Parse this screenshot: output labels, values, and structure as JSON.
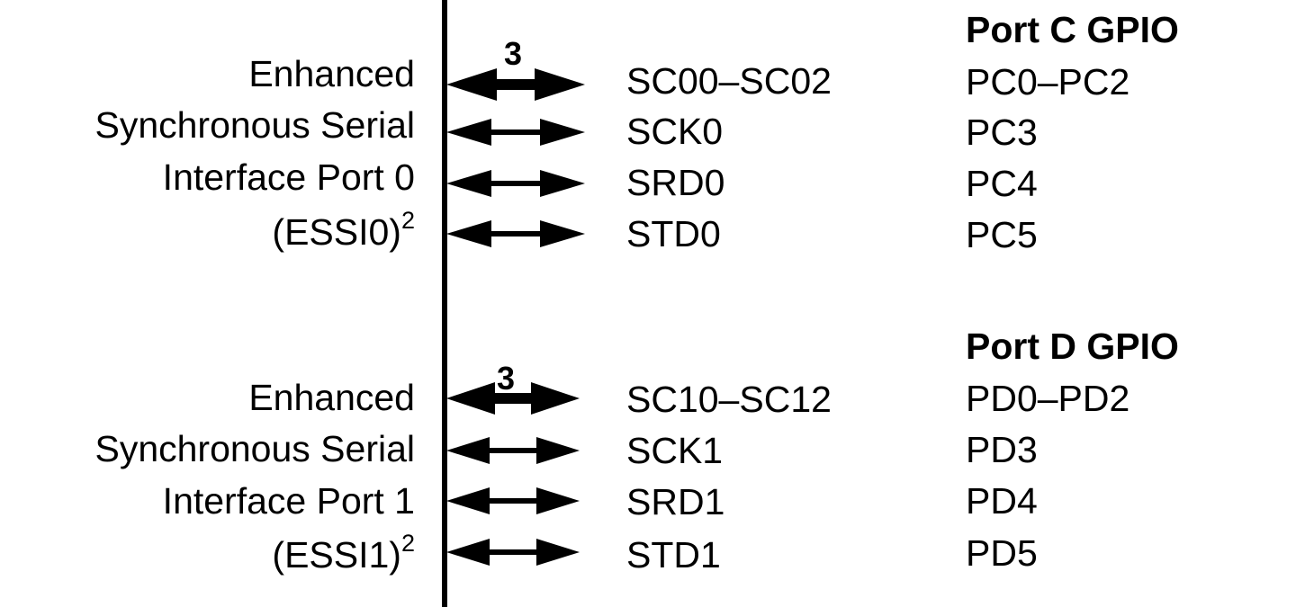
{
  "colors": {
    "ink": "#000000",
    "background": "#ffffff"
  },
  "groups": [
    {
      "description": [
        "Enhanced",
        "Synchronous Serial",
        "Interface Port 0",
        "(ESSI0)"
      ],
      "footnote_mark": "2",
      "gpio_header": "Port C GPIO",
      "signals": [
        {
          "label": "SC00–SC02",
          "gpio": "PC0–PC2",
          "bus_width": "3"
        },
        {
          "label": "SCK0",
          "gpio": "PC3"
        },
        {
          "label": "SRD0",
          "gpio": "PC4"
        },
        {
          "label": "STD0",
          "gpio": "PC5"
        }
      ]
    },
    {
      "description": [
        "Enhanced",
        "Synchronous Serial",
        "Interface Port 1",
        "(ESSI1)"
      ],
      "footnote_mark": "2",
      "gpio_header": "Port D GPIO",
      "signals": [
        {
          "label": "SC10–SC12",
          "gpio": "PD0–PD2",
          "bus_width": "3"
        },
        {
          "label": "SCK1",
          "gpio": "PD3"
        },
        {
          "label": "SRD1",
          "gpio": "PD4"
        },
        {
          "label": "STD1",
          "gpio": "PD5"
        }
      ]
    }
  ]
}
